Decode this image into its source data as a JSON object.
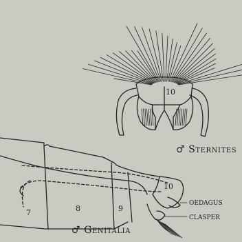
{
  "figure": {
    "top_view_label": "♂ Sternites",
    "bottom_view_label": "♂ Genitalia",
    "top_segment_number": "10",
    "side_segment_numbers": [
      "7",
      "8",
      "9",
      "10"
    ],
    "callouts": [
      "OEDAGUS",
      "CLASPER"
    ]
  }
}
